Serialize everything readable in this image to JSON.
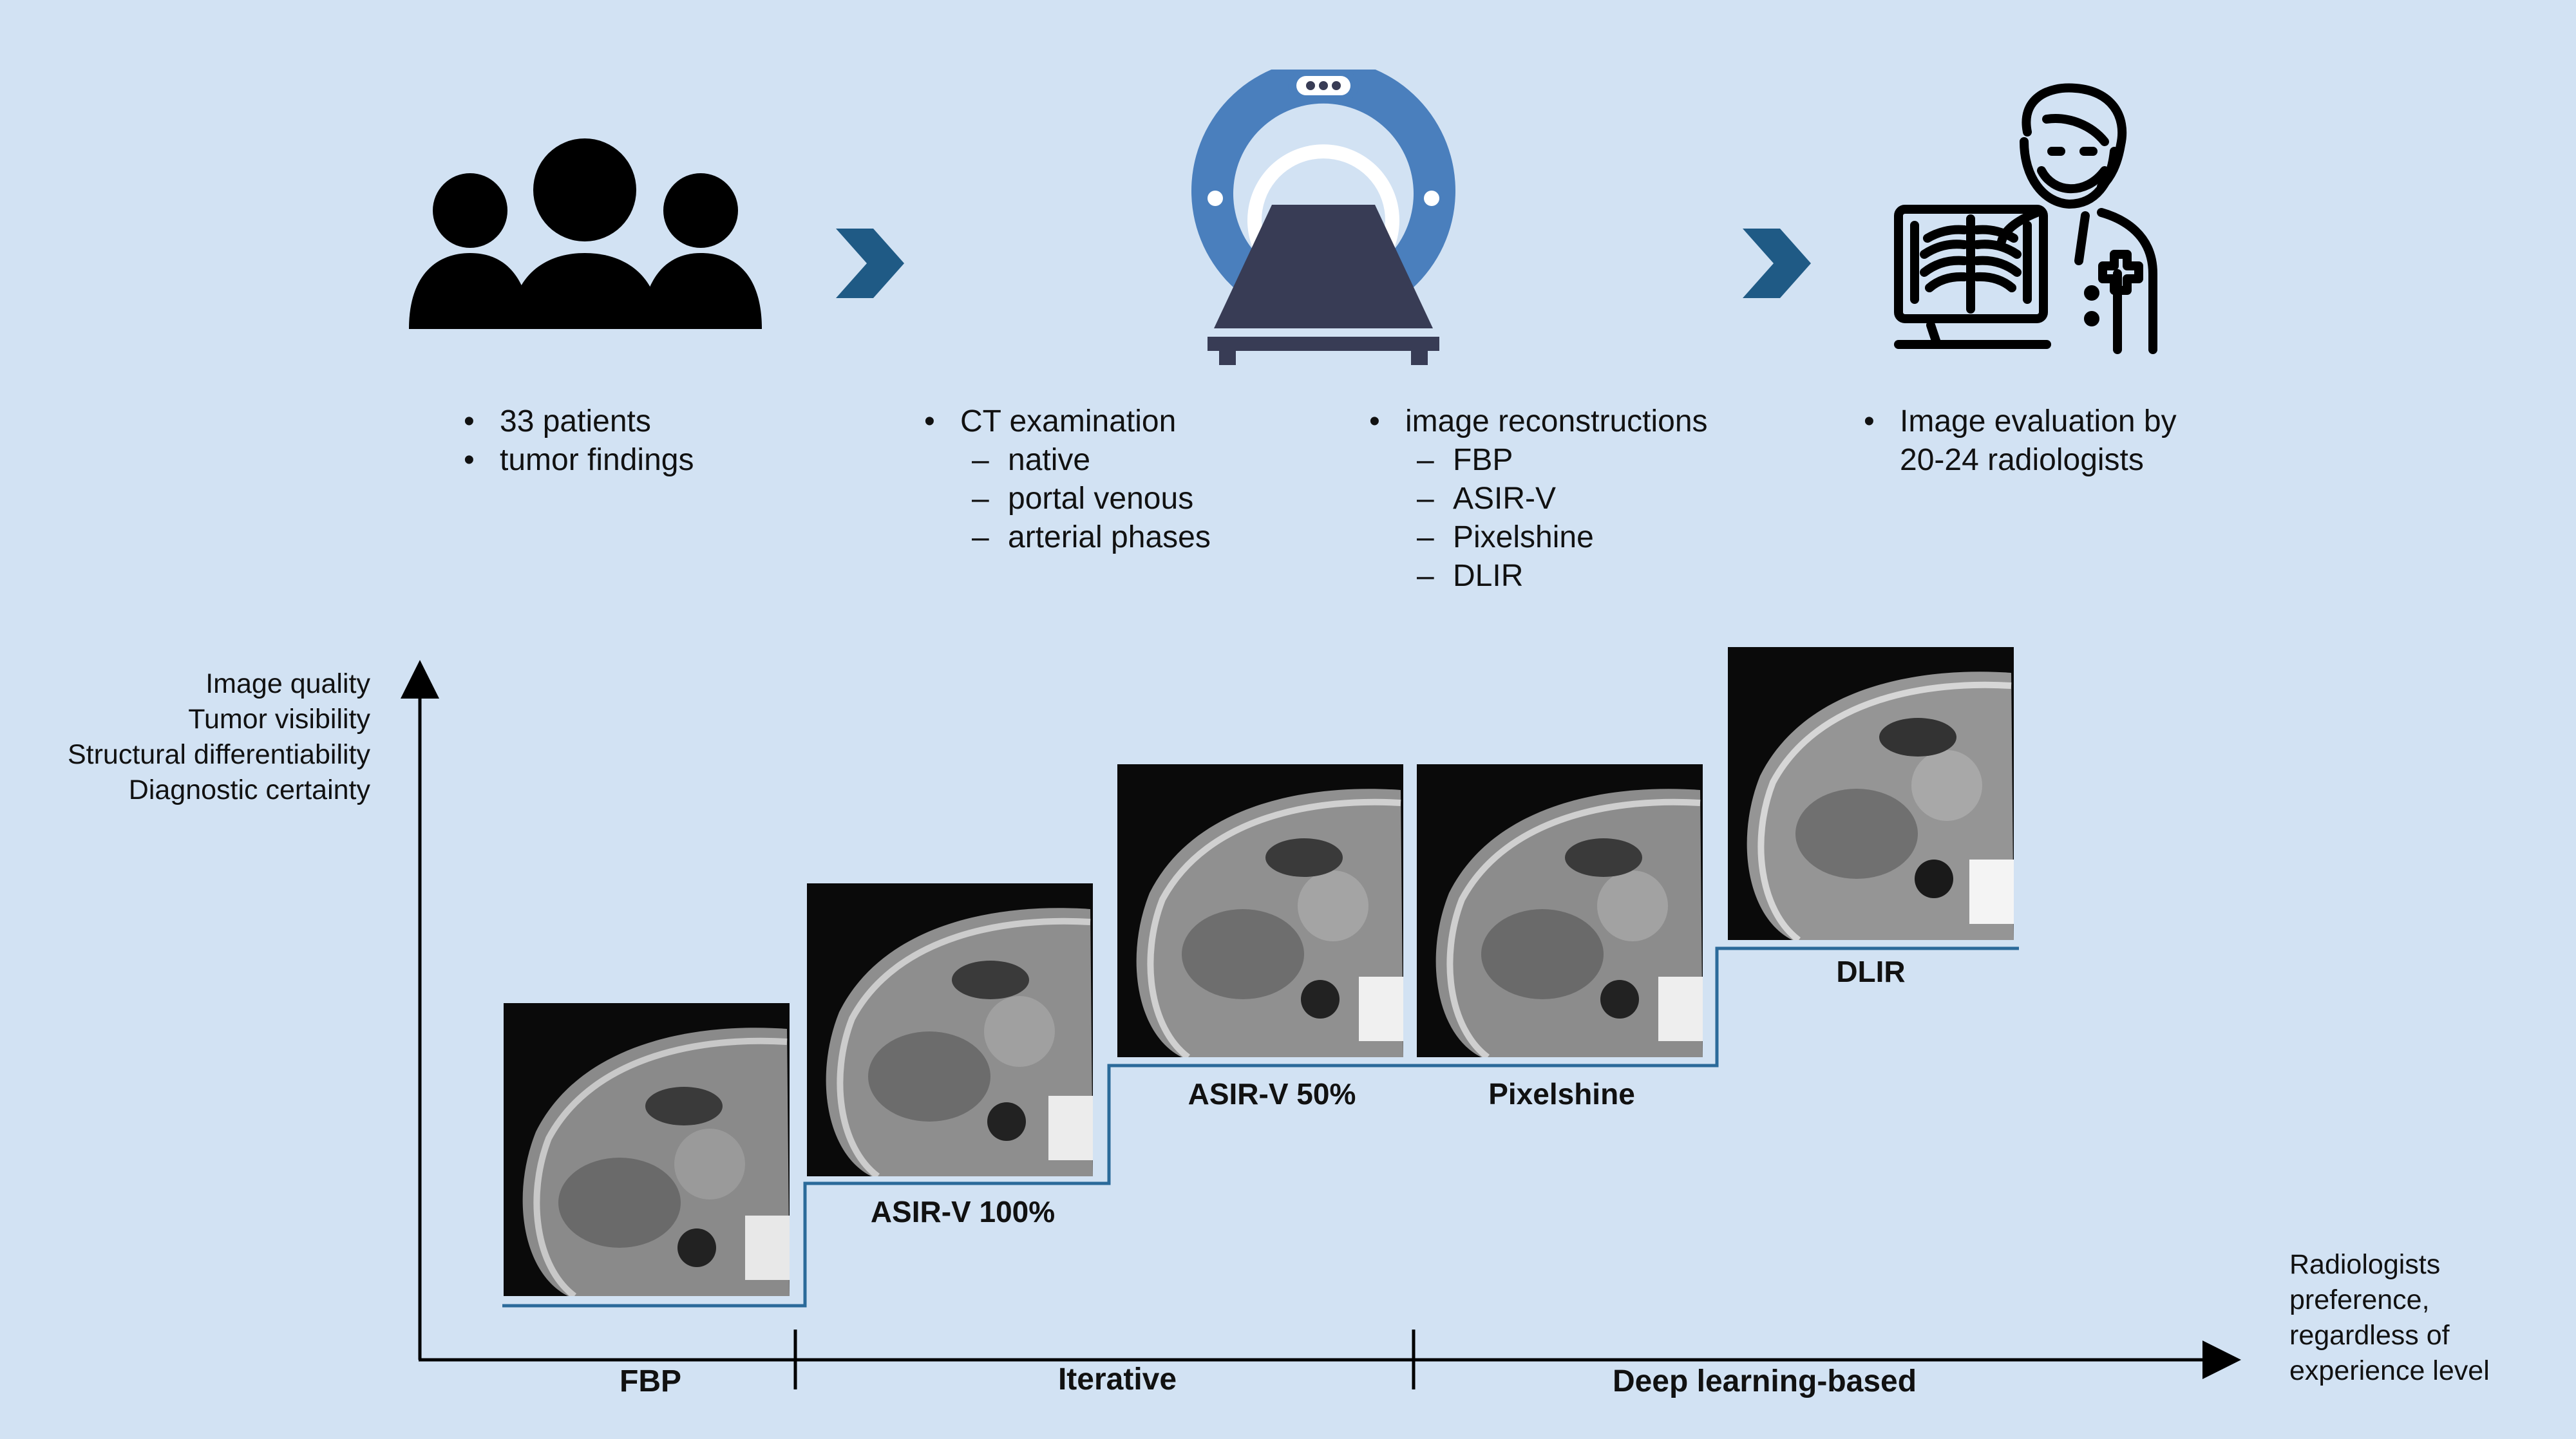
{
  "steps": [
    {
      "items": [
        "33 patients",
        "tumor findings"
      ]
    },
    {
      "items": [
        "CT examination"
      ],
      "subitems": [
        "native",
        "portal venous",
        "arterial phases"
      ]
    },
    {
      "items": [
        "image reconstructions"
      ],
      "subitems": [
        "FBP",
        "ASIR-V",
        "Pixelshine",
        "DLIR"
      ]
    },
    {
      "items": [
        "Image evaluation by",
        "20-24 radiologists"
      ]
    }
  ],
  "icons": [
    "people-group-icon",
    "ct-scanner-icon",
    "radiologist-xray-icon",
    "chevron-right-icon"
  ],
  "colors": {
    "background": "#d2e2f3",
    "scanner_ring": "#4a7fbd",
    "scanner_table": "#383c55",
    "chevron": "#1f5a85",
    "step_line": "#2b6a9a"
  },
  "chart": {
    "y_axis_labels": [
      "Image quality",
      "Tumor visibility",
      "Structural differentiability",
      "Diagnostic certainty"
    ],
    "x_axis_label": [
      "Radiologists",
      "preference,",
      "regardless of",
      "experience level"
    ],
    "categories": [
      "FBP",
      "Iterative",
      "Deep learning-based"
    ],
    "methods": [
      "ASIR-V 100%",
      "ASIR-V 50%",
      "Pixelshine",
      "DLIR"
    ]
  }
}
